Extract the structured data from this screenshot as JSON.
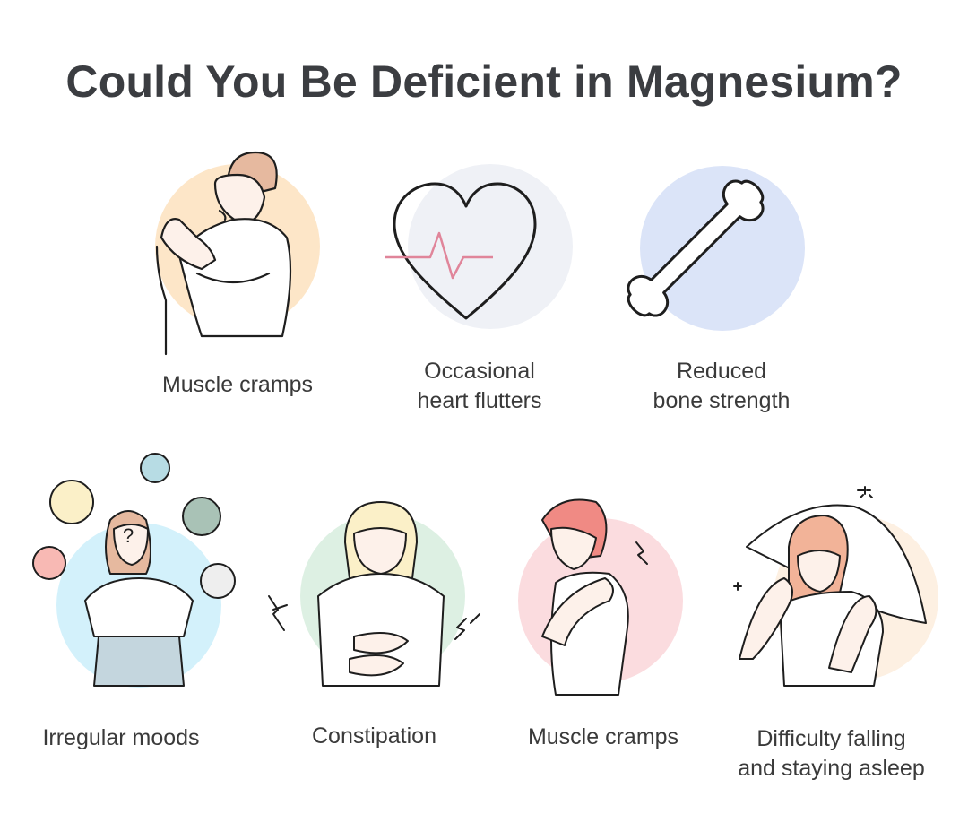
{
  "title": "Could You Be Deficient in Magnesium?",
  "colors": {
    "text": "#3b3d41",
    "stroke": "#1e1e1e",
    "circle_peach": "#fde6c8",
    "circle_gray": "#eff1f6",
    "circle_blue": "#dbe4f8",
    "circle_cyan": "#d3f1fb",
    "circle_green": "#ddf0e3",
    "circle_pink": "#fbdcdf",
    "circle_cream": "#fdf0e2",
    "heart_line": "#e0859a",
    "skin": "#fdf1ea",
    "hair_brown": "#e6b99f",
    "hair_blonde": "#fbf0c8",
    "hair_red": "#f08a84"
  },
  "items": [
    {
      "icon": "cramp-hand-icon",
      "lines": [
        "Muscle cramps"
      ]
    },
    {
      "icon": "heart-flutter-icon",
      "lines": [
        "Occasional",
        "heart flutters"
      ]
    },
    {
      "icon": "bone-icon",
      "lines": [
        "Reduced",
        "bone strength"
      ]
    },
    {
      "icon": "mood-faces-icon",
      "lines": [
        "Irregular moods"
      ]
    },
    {
      "icon": "stomach-ache-icon",
      "lines": [
        "Constipation"
      ]
    },
    {
      "icon": "shoulder-pain-icon",
      "lines": [
        "Muscle cramps"
      ]
    },
    {
      "icon": "sleepless-icon",
      "lines": [
        "Difficulty falling",
        "and staying asleep"
      ]
    }
  ]
}
